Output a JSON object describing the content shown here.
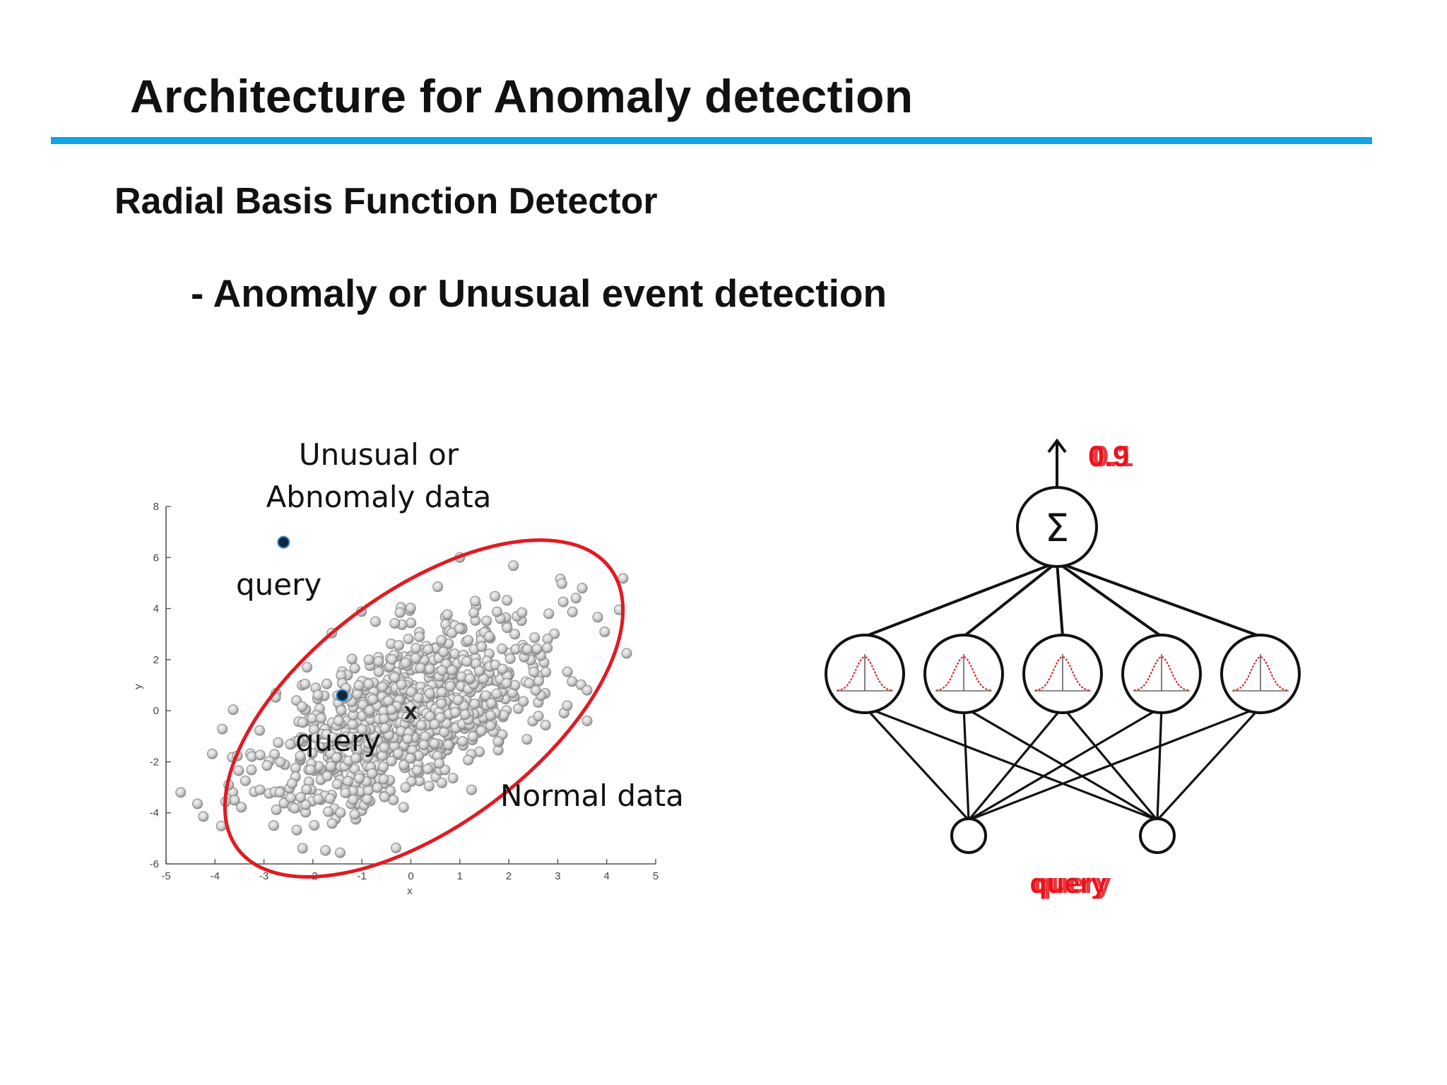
{
  "slide": {
    "title": "Architecture for Anomaly detection",
    "subtitle": "Radial Basis Function Detector",
    "bullet": "- Anomaly or Unusual event detection"
  },
  "scatter": {
    "annotations": {
      "unusual_line1": "Unusual or",
      "unusual_line2": "Abnomaly data",
      "query_outlier": "query",
      "query_inlier": "query",
      "normal": "Normal data",
      "center_mark": "x"
    },
    "query_points": [
      {
        "x": -2.6,
        "y": 6.6
      },
      {
        "x": -1.4,
        "y": 0.6
      }
    ],
    "axis_label_x": "x",
    "axis_label_y": "y"
  },
  "network": {
    "sum_symbol": "Σ",
    "output_values": [
      "0.9",
      "0.1"
    ],
    "input_labels": [
      "query",
      "query"
    ],
    "hidden_units": 5,
    "input_units": 2
  },
  "colors": {
    "rule": "#12a4e4",
    "ellipse": "#e01b22",
    "output_text": "#e8141c",
    "query_point": "#0d2840"
  },
  "chart_data": {
    "type": "scatter",
    "xlabel": "x",
    "ylabel": "y",
    "xlim": [
      -5,
      5
    ],
    "ylim": [
      -6,
      8
    ],
    "x_ticks": [
      "-5",
      "-4",
      "-3",
      "-2",
      "-1",
      "0",
      "1",
      "2",
      "3",
      "4",
      "5"
    ],
    "y_ticks": [
      "-6",
      "-4",
      "-2",
      "0",
      "2",
      "4",
      "6",
      "8"
    ],
    "normal_distribution": {
      "mean": [
        0,
        0
      ],
      "correlation": "positive",
      "std_x": 1.5,
      "std_y": 2.0
    },
    "outliers": [
      {
        "x": 1.0,
        "y": 6.0
      },
      {
        "x": -2.6,
        "y": 6.6
      },
      {
        "x": 3.5,
        "y": 4.8
      },
      {
        "x": 3.6,
        "y": 0.8
      },
      {
        "x": 3.6,
        "y": -0.4
      },
      {
        "x": -4.7,
        "y": -3.2
      },
      {
        "x": -2.8,
        "y": -4.5
      }
    ]
  }
}
